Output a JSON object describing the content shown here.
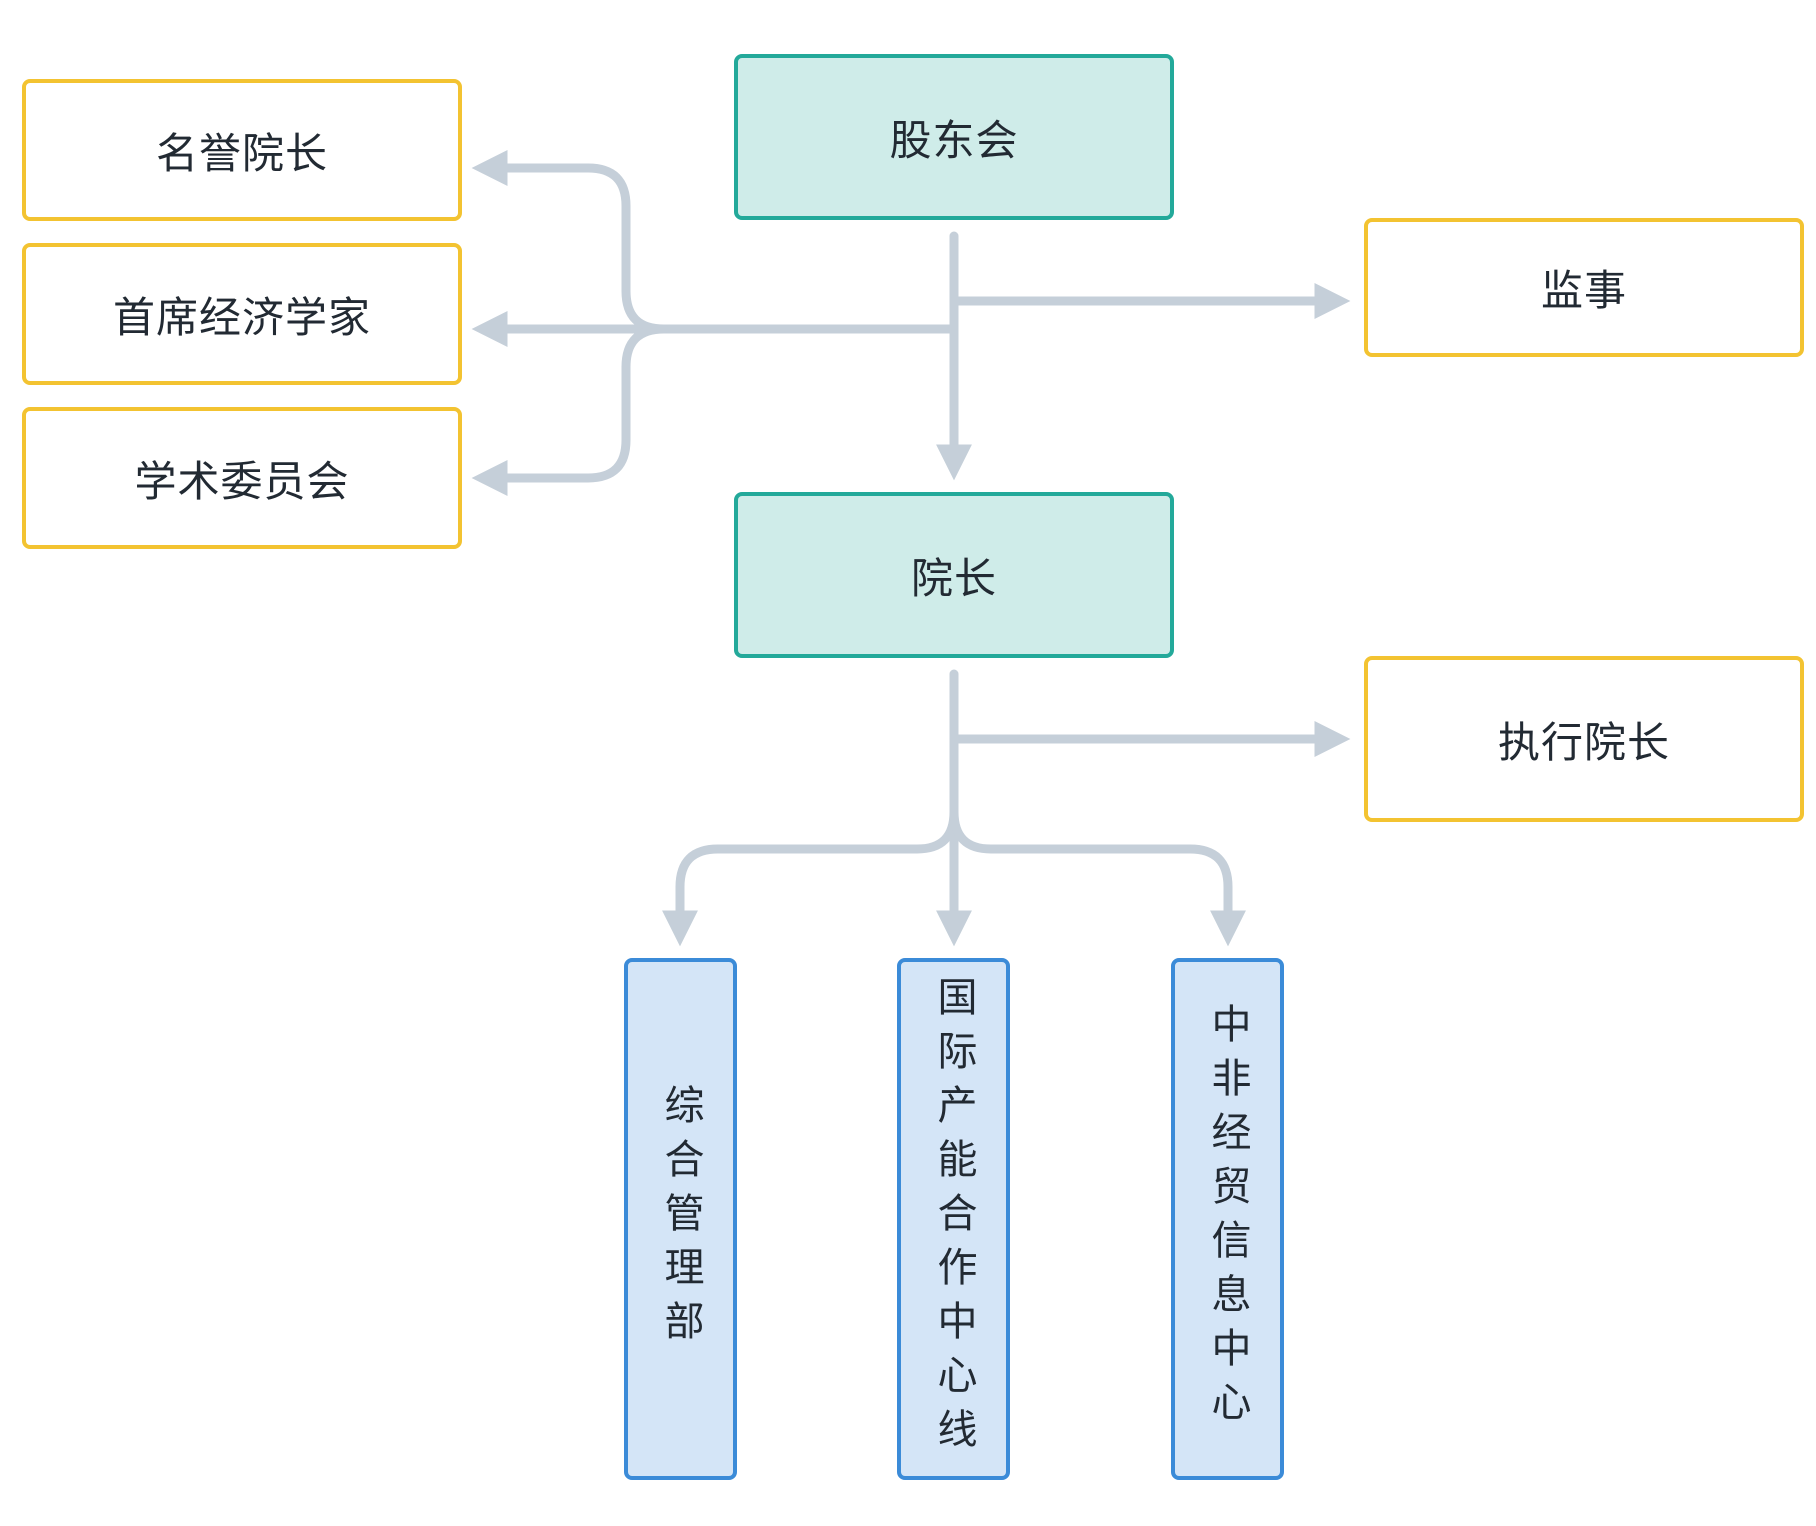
{
  "nodes": {
    "gudonghui": "股东会",
    "yuanzhang": "院长",
    "mingyu_yuanzhang": "名誉院长",
    "shouxi_jingjixuejia": "首席经济学家",
    "xueshu_weiyuanhui": "学术委员会",
    "jianshi": "监事",
    "zhixing_yuanzhang": "执行院长",
    "zonghe_guanlibu": "综合管理部",
    "guoji_channeng": "国际产能合作中心线",
    "zhongfei_jingmao": "中非经贸信息中心"
  },
  "colors": {
    "primary_fill": "#cfece9",
    "primary_border": "#23a99a",
    "advisory_border": "#f3c331",
    "dept_fill": "#d4e5f7",
    "dept_border": "#3b8bd8",
    "connector": "#c5cfd9"
  }
}
